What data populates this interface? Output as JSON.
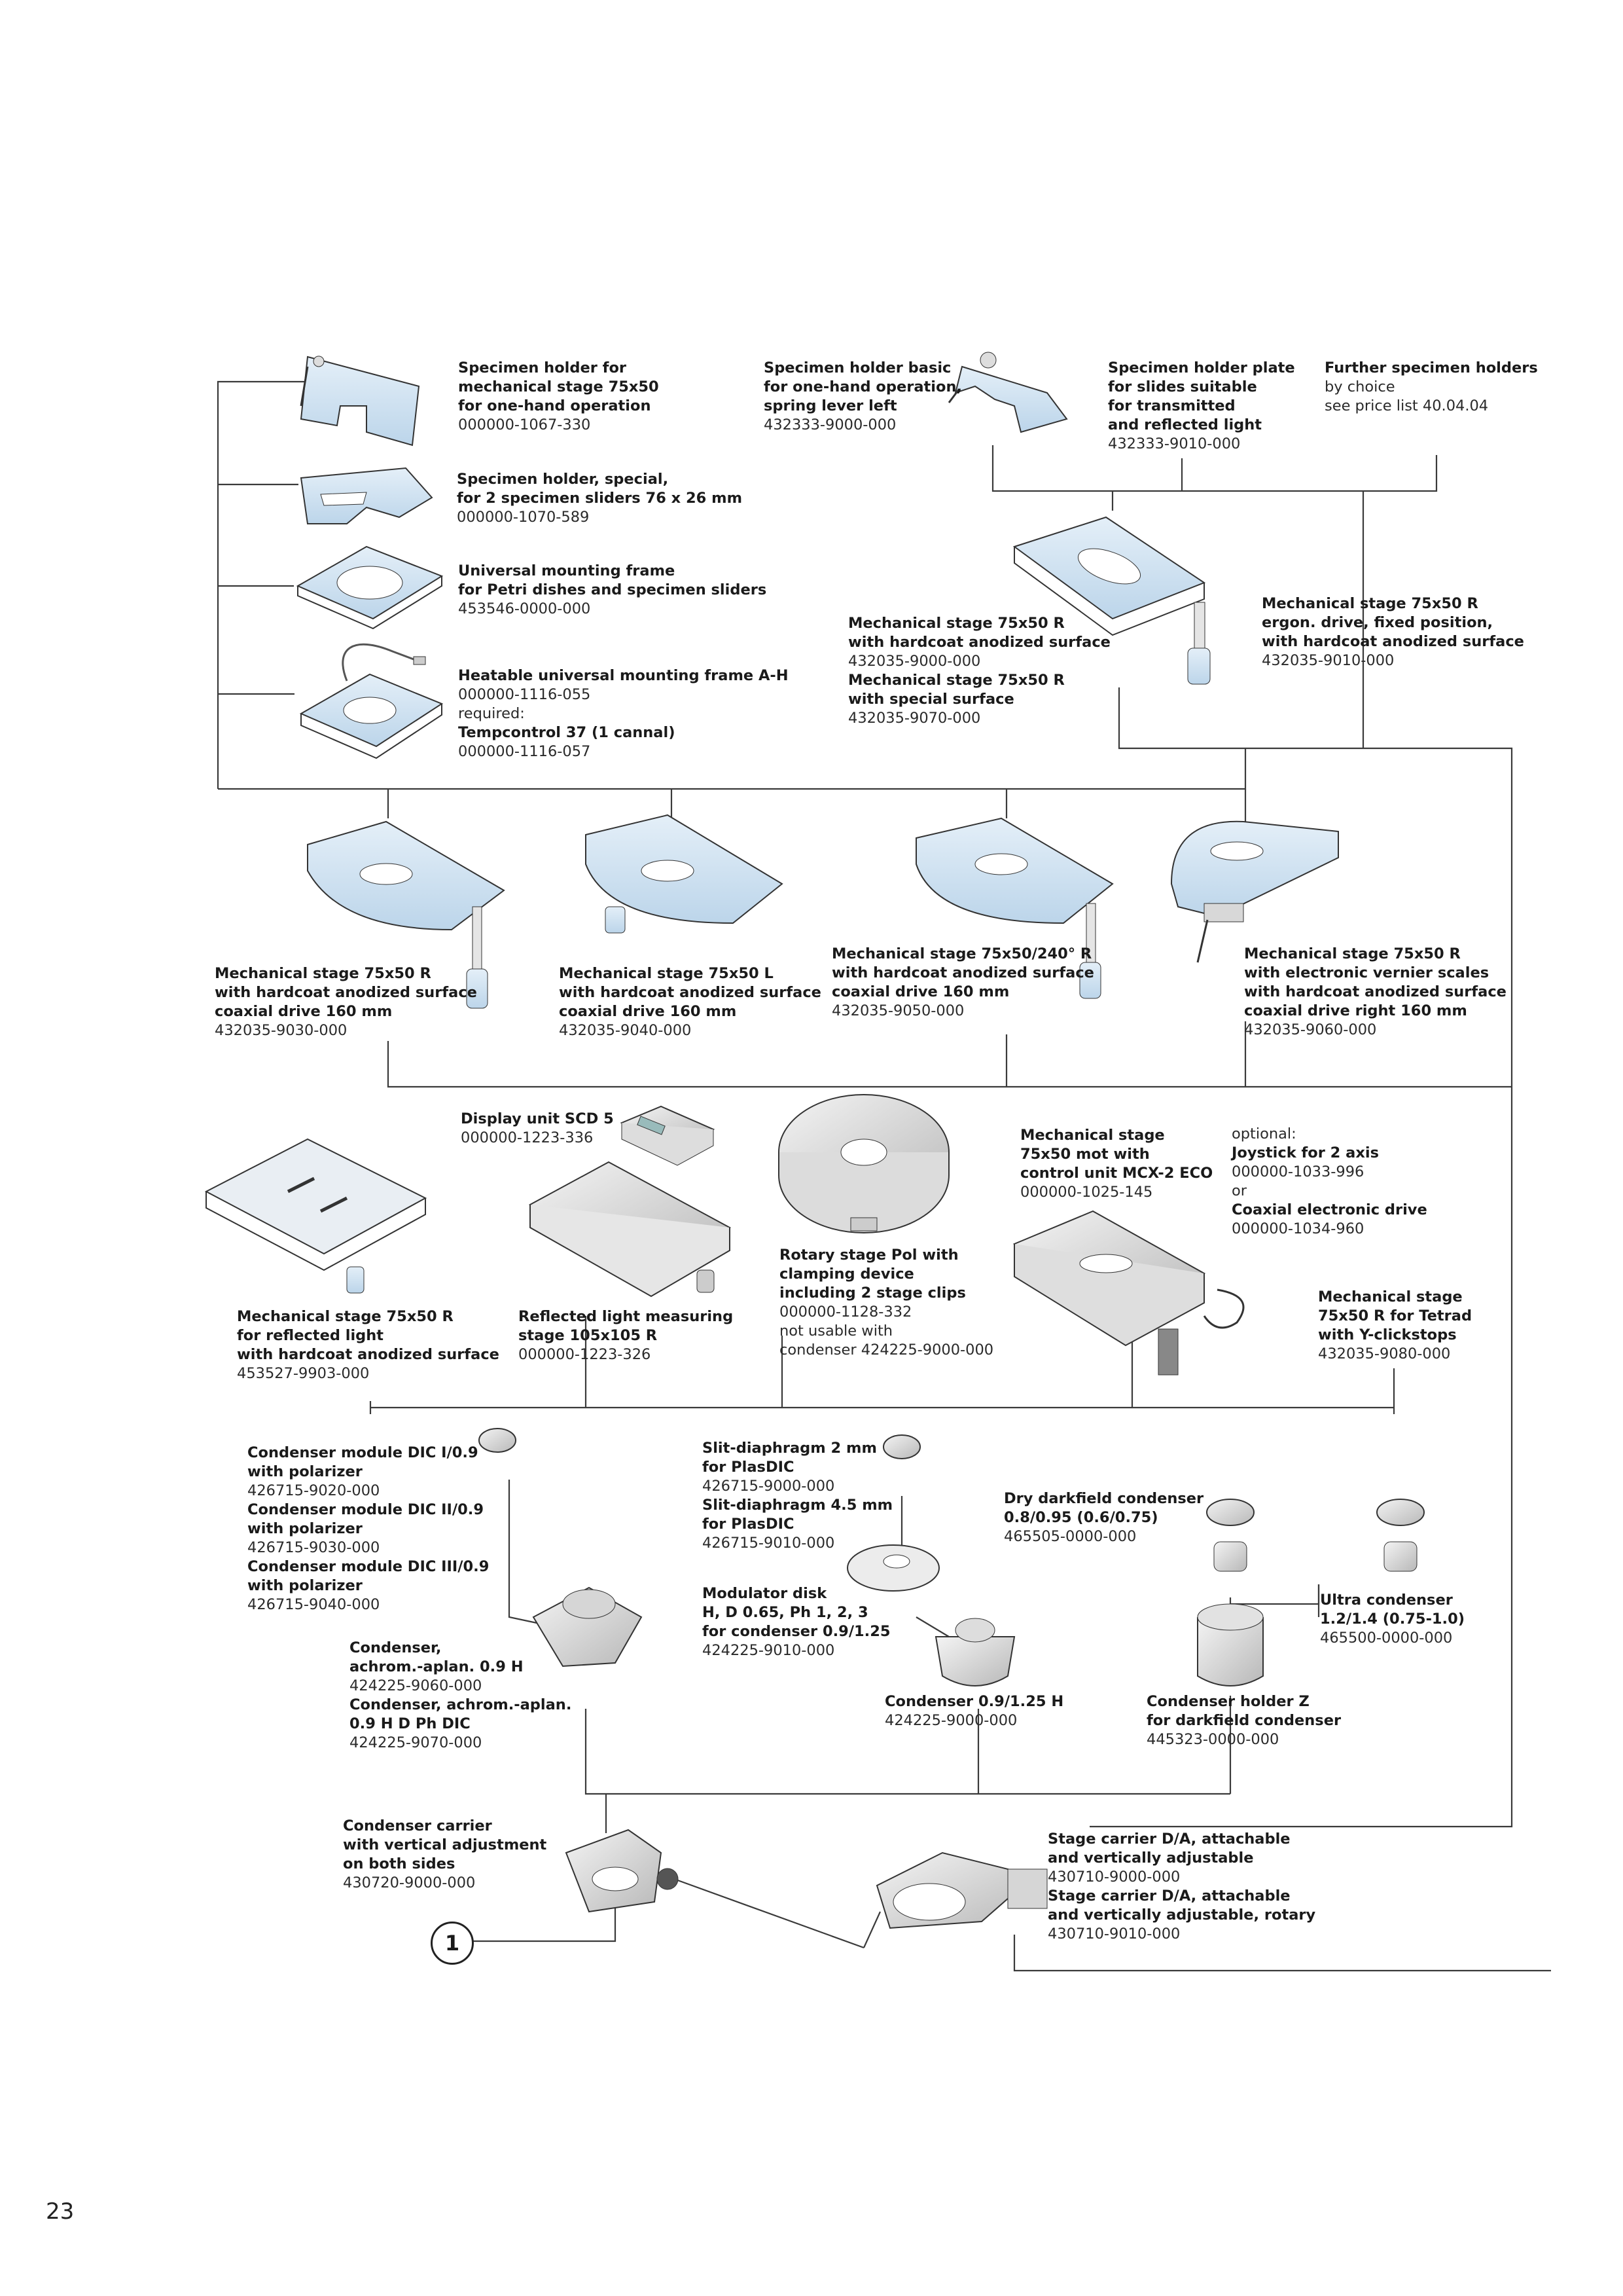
{
  "page_number": "23",
  "callout": "1",
  "items": {
    "sh1067": {
      "lines": [
        {
          "t": "Specimen holder for",
          "b": 1
        },
        {
          "t": "mechanical stage 75x50",
          "b": 1
        },
        {
          "t": "for one-hand operation",
          "b": 1
        },
        {
          "t": "000000-1067-330",
          "b": 0
        }
      ]
    },
    "sh1070": {
      "lines": [
        {
          "t": "Specimen holder, special,",
          "b": 1
        },
        {
          "t": "for 2 specimen sliders 76 x 26 mm",
          "b": 1
        },
        {
          "t": "000000-1070-589",
          "b": 0
        }
      ]
    },
    "umf": {
      "lines": [
        {
          "t": "Universal mounting frame",
          "b": 1
        },
        {
          "t": "for Petri dishes and specimen sliders",
          "b": 1
        },
        {
          "t": "453546-0000-000",
          "b": 0
        }
      ]
    },
    "humf": {
      "lines": [
        {
          "t": "Heatable universal mounting frame A-H",
          "b": 1
        },
        {
          "t": "000000-1116-055",
          "b": 0
        },
        {
          "t": "required:",
          "b": 0
        },
        {
          "t": "Tempcontrol 37 (1 cannal)",
          "b": 1
        },
        {
          "t": "000000-1116-057",
          "b": 0
        }
      ]
    },
    "shbasic": {
      "lines": [
        {
          "t": "Specimen holder basic",
          "b": 1
        },
        {
          "t": "for one-hand operation,",
          "b": 1
        },
        {
          "t": "spring lever left",
          "b": 1
        },
        {
          "t": "432333-9000-000",
          "b": 0
        }
      ]
    },
    "shplate": {
      "lines": [
        {
          "t": "Specimen holder plate",
          "b": 1
        },
        {
          "t": "for slides suitable",
          "b": 1
        },
        {
          "t": "for transmitted",
          "b": 1
        },
        {
          "t": "and reflected light",
          "b": 1
        },
        {
          "t": "432333-9010-000",
          "b": 0
        }
      ]
    },
    "further": {
      "lines": [
        {
          "t": "Further specimen holders",
          "b": 1
        },
        {
          "t": "by choice",
          "b": 0
        },
        {
          "t": "see price list 40.04.04",
          "b": 0
        }
      ]
    },
    "ms9000": {
      "lines": [
        {
          "t": "Mechanical stage 75x50 R",
          "b": 1
        },
        {
          "t": "with hardcoat anodized surface",
          "b": 1
        },
        {
          "t": "432035-9000-000",
          "b": 0
        },
        {
          "t": "Mechanical stage 75x50 R",
          "b": 1
        },
        {
          "t": "with special surface",
          "b": 1
        },
        {
          "t": "432035-9070-000",
          "b": 0
        }
      ]
    },
    "ms9010": {
      "lines": [
        {
          "t": "Mechanical stage 75x50 R",
          "b": 1
        },
        {
          "t": "ergon. drive, fixed position,",
          "b": 1
        },
        {
          "t": "with hardcoat anodized surface",
          "b": 1
        },
        {
          "t": "432035-9010-000",
          "b": 0
        }
      ]
    },
    "ms9030": {
      "lines": [
        {
          "t": "Mechanical stage 75x50 R",
          "b": 1
        },
        {
          "t": "with hardcoat anodized surface",
          "b": 1
        },
        {
          "t": "coaxial drive 160 mm",
          "b": 1
        },
        {
          "t": "432035-9030-000",
          "b": 0
        }
      ]
    },
    "ms9040": {
      "lines": [
        {
          "t": "Mechanical stage 75x50 L",
          "b": 1
        },
        {
          "t": "with hardcoat anodized surface",
          "b": 1
        },
        {
          "t": "coaxial drive 160 mm",
          "b": 1
        },
        {
          "t": "432035-9040-000",
          "b": 0
        }
      ]
    },
    "ms9050": {
      "lines": [
        {
          "t": "Mechanical stage 75x50/240° R",
          "b": 1
        },
        {
          "t": "with hardcoat anodized surface",
          "b": 1
        },
        {
          "t": "coaxial drive 160 mm",
          "b": 1
        },
        {
          "t": "432035-9050-000",
          "b": 0
        }
      ]
    },
    "ms9060": {
      "lines": [
        {
          "t": "Mechanical stage 75x50 R",
          "b": 1
        },
        {
          "t": "with electronic vernier scales",
          "b": 1
        },
        {
          "t": "with hardcoat anodized surface",
          "b": 1
        },
        {
          "t": "coaxial drive right 160 mm",
          "b": 1
        },
        {
          "t": "432035-9060-000",
          "b": 0
        }
      ]
    },
    "scd5": {
      "lines": [
        {
          "t": "Display unit SCD 5",
          "b": 1
        },
        {
          "t": "000000-1223-336",
          "b": 0
        }
      ]
    },
    "mcx2": {
      "lines": [
        {
          "t": "Mechanical stage",
          "b": 1
        },
        {
          "t": "75x50 mot with",
          "b": 1
        },
        {
          "t": "control unit MCX-2 ECO",
          "b": 1
        },
        {
          "t": "000000-1025-145",
          "b": 0
        }
      ]
    },
    "optional": {
      "lines": [
        {
          "t": "optional:",
          "b": 0
        },
        {
          "t": "Joystick for 2 axis",
          "b": 1
        },
        {
          "t": "000000-1033-996",
          "b": 0
        },
        {
          "t": "or",
          "b": 0
        },
        {
          "t": "Coaxial electronic drive",
          "b": 1
        },
        {
          "t": "000000-1034-960",
          "b": 0
        }
      ]
    },
    "ms9903": {
      "lines": [
        {
          "t": "Mechanical stage 75x50 R",
          "b": 1
        },
        {
          "t": "for reflected light",
          "b": 1
        },
        {
          "t": "with hardcoat anodized surface",
          "b": 1
        },
        {
          "t": "453527-9903-000",
          "b": 0
        }
      ]
    },
    "rlms": {
      "lines": [
        {
          "t": "Reflected light measuring",
          "b": 1
        },
        {
          "t": "stage 105x105 R",
          "b": 1
        },
        {
          "t": "000000-1223-326",
          "b": 0
        }
      ]
    },
    "rotpol": {
      "lines": [
        {
          "t": "Rotary stage Pol with",
          "b": 1
        },
        {
          "t": "clamping device",
          "b": 1
        },
        {
          "t": "including 2 stage clips",
          "b": 1
        },
        {
          "t": "000000-1128-332",
          "b": 0
        },
        {
          "t": "not usable with",
          "b": 0
        },
        {
          "t": "condenser 424225-9000-000",
          "b": 0
        }
      ]
    },
    "tetrad": {
      "lines": [
        {
          "t": "Mechanical stage",
          "b": 1
        },
        {
          "t": "75x50 R for Tetrad",
          "b": 1
        },
        {
          "t": "with Y-clickstops",
          "b": 1
        },
        {
          "t": "432035-9080-000",
          "b": 0
        }
      ]
    },
    "dicmod": {
      "lines": [
        {
          "t": "Condenser module DIC I/0.9",
          "b": 1
        },
        {
          "t": "with polarizer",
          "b": 1
        },
        {
          "t": "426715-9020-000",
          "b": 0
        },
        {
          "t": "Condenser module DIC II/0.9",
          "b": 1
        },
        {
          "t": "with polarizer",
          "b": 1
        },
        {
          "t": "426715-9030-000",
          "b": 0
        },
        {
          "t": "Condenser module DIC III/0.9",
          "b": 1
        },
        {
          "t": "with polarizer",
          "b": 1
        },
        {
          "t": "426715-9040-000",
          "b": 0
        }
      ]
    },
    "slit": {
      "lines": [
        {
          "t": "Slit-diaphragm 2 mm",
          "b": 1
        },
        {
          "t": "for PlasDIC",
          "b": 1
        },
        {
          "t": "426715-9000-000",
          "b": 0
        },
        {
          "t": "Slit-diaphragm 4.5 mm",
          "b": 1
        },
        {
          "t": "for PlasDIC",
          "b": 1
        },
        {
          "t": "426715-9010-000",
          "b": 0
        }
      ]
    },
    "moddisk": {
      "lines": [
        {
          "t": "Modulator disk",
          "b": 1
        },
        {
          "t": "H, D 0.65, Ph 1, 2, 3",
          "b": 1
        },
        {
          "t": "for condenser 0.9/1.25",
          "b": 1
        },
        {
          "t": "424225-9010-000",
          "b": 0
        }
      ]
    },
    "drydf": {
      "lines": [
        {
          "t": "Dry darkfield condenser",
          "b": 1
        },
        {
          "t": "0.8/0.95 (0.6/0.75)",
          "b": 1
        },
        {
          "t": "465505-0000-000",
          "b": 0
        }
      ]
    },
    "ultra": {
      "lines": [
        {
          "t": "Ultra condenser",
          "b": 1
        },
        {
          "t": "1.2/1.4 (0.75-1.0)",
          "b": 1
        },
        {
          "t": "465500-0000-000",
          "b": 0
        }
      ]
    },
    "achrom": {
      "lines": [
        {
          "t": "Condenser,",
          "b": 1
        },
        {
          "t": "achrom.-aplan. 0.9 H",
          "b": 1
        },
        {
          "t": "424225-9060-000",
          "b": 0
        },
        {
          "t": "Condenser, achrom.-aplan.",
          "b": 1
        },
        {
          "t": "0.9 H D Ph DIC",
          "b": 1
        },
        {
          "t": "424225-9070-000",
          "b": 0
        }
      ]
    },
    "cond125": {
      "lines": [
        {
          "t": "Condenser 0.9/1.25 H",
          "b": 1
        },
        {
          "t": "424225-9000-000",
          "b": 0
        }
      ]
    },
    "holderz": {
      "lines": [
        {
          "t": "Condenser holder Z",
          "b": 1
        },
        {
          "t": "for darkfield condenser",
          "b": 1
        },
        {
          "t": "445323-0000-000",
          "b": 0
        }
      ]
    },
    "carrier": {
      "lines": [
        {
          "t": "Condenser carrier",
          "b": 1
        },
        {
          "t": "with vertical adjustment",
          "b": 1
        },
        {
          "t": "on both sides",
          "b": 1
        },
        {
          "t": "430720-9000-000",
          "b": 0
        }
      ]
    },
    "stagecar": {
      "lines": [
        {
          "t": "Stage carrier D/A, attachable",
          "b": 1
        },
        {
          "t": "and vertically adjustable",
          "b": 1
        },
        {
          "t": "430710-9000-000",
          "b": 0
        },
        {
          "t": "Stage carrier D/A, attachable",
          "b": 1
        },
        {
          "t": "and vertically adjustable, rotary",
          "b": 1
        },
        {
          "t": "430710-9010-000",
          "b": 0
        }
      ]
    }
  }
}
